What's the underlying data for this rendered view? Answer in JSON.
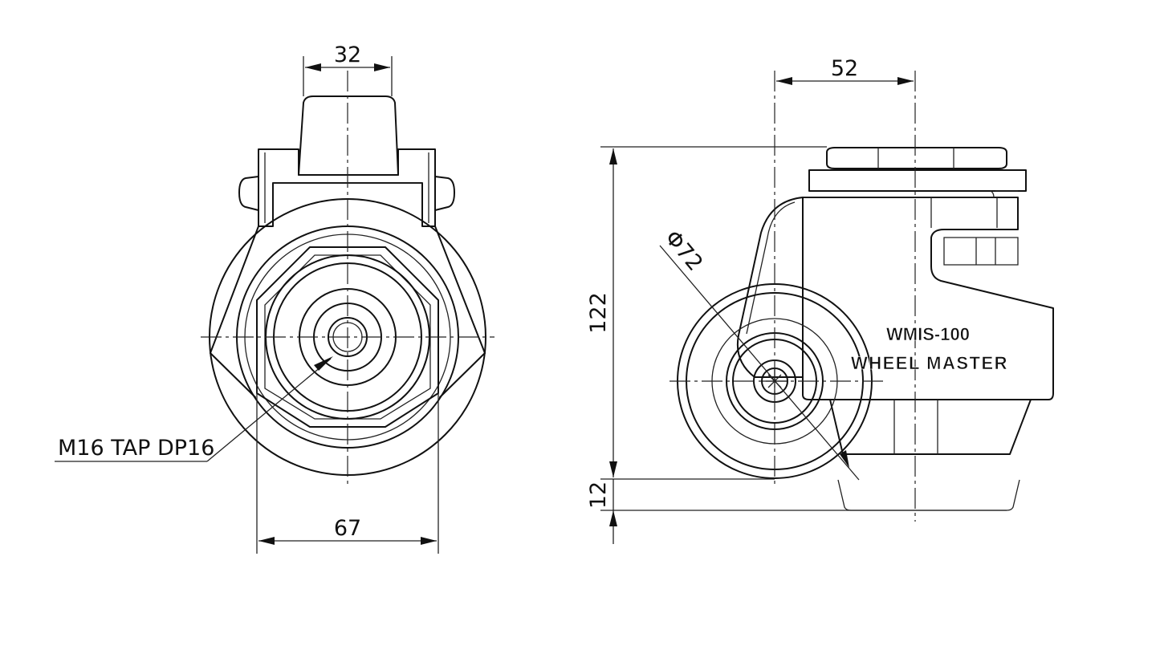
{
  "front_view": {
    "dim_top": "32",
    "dim_bottom": "67",
    "callout": "M16 TAP DP16"
  },
  "side_view": {
    "dim_top": "52",
    "dim_height": "122",
    "dim_base": "12",
    "dim_wheel": "Φ72",
    "label_model": "WMIS-100",
    "label_brand": "WHEEL MASTER"
  }
}
